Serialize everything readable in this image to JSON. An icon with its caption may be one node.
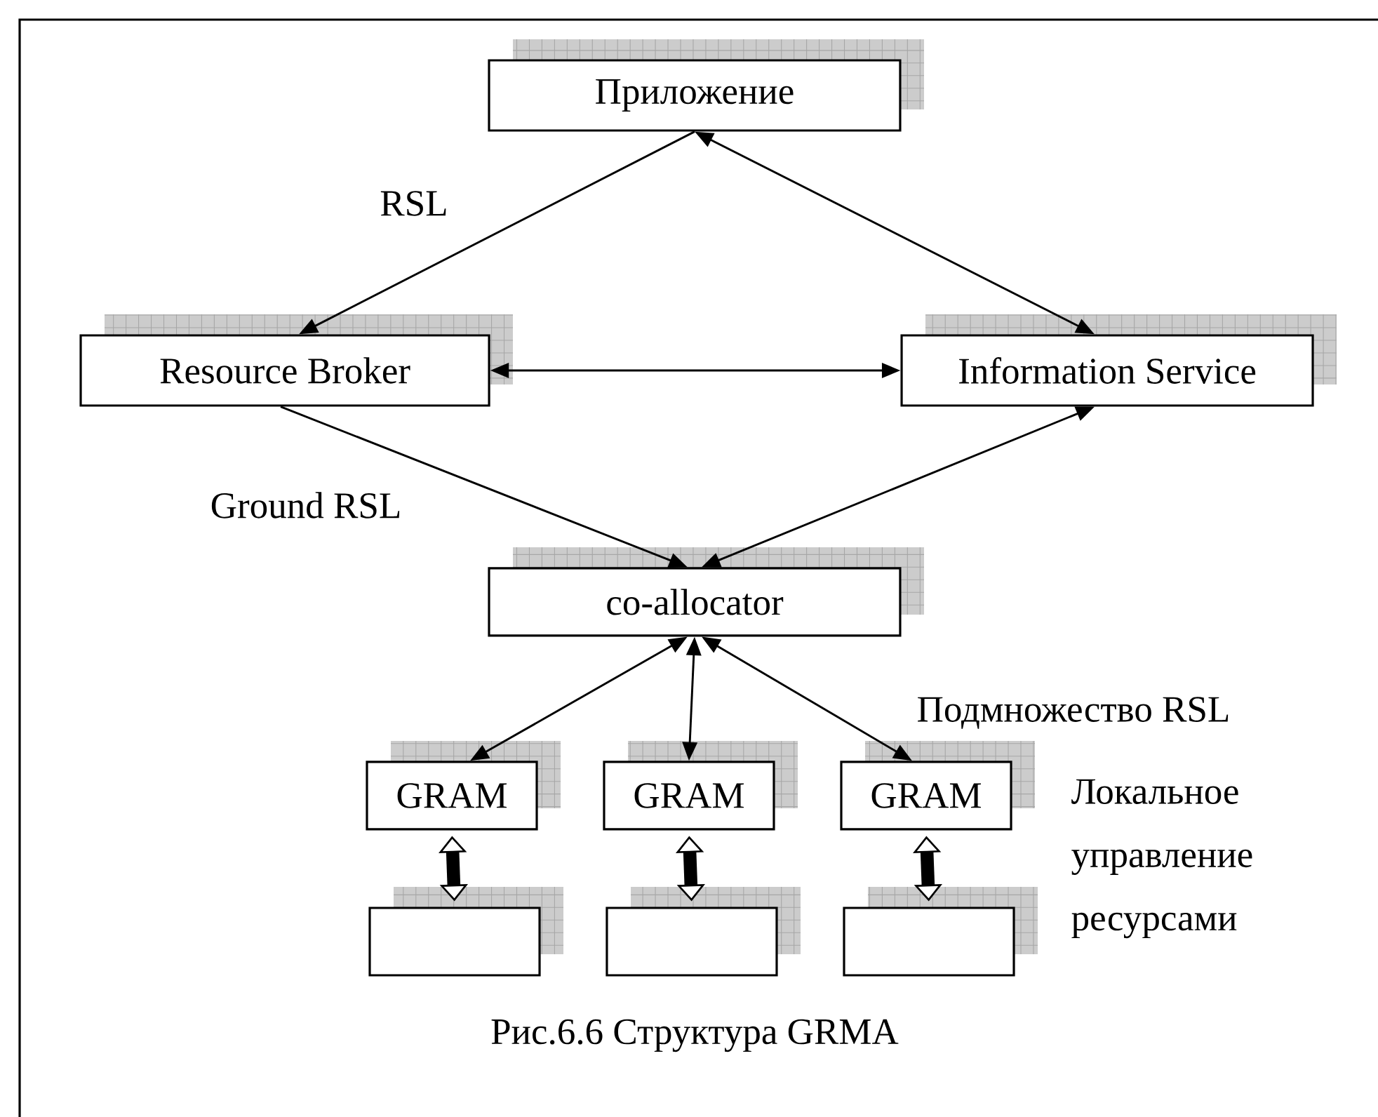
{
  "diagram": {
    "caption": "Рис.6.6 Структура GRMA",
    "nodes": [
      {
        "text": [
          "Приложение"
        ]
      },
      {
        "text": [
          "Resource Broker"
        ]
      },
      {
        "text": [
          "Information Service"
        ]
      },
      {
        "text": [
          "co-allocator"
        ]
      },
      {
        "text": [
          "GRAM"
        ]
      },
      {
        "text": [
          "GRAM"
        ]
      },
      {
        "text": [
          "GRAM"
        ]
      },
      {
        "text": [],
        "shape": "box"
      },
      {
        "text": [],
        "shape": "box"
      },
      {
        "text": [],
        "shape": "box"
      }
    ],
    "edges": [
      {
        "from": 0,
        "to": 1,
        "arrow": "to",
        "label": "RSL"
      },
      {
        "from": 0,
        "to": 2,
        "arrow": "both"
      },
      {
        "from": 1,
        "to": 2,
        "arrow": "both"
      },
      {
        "from": 1,
        "to": 3,
        "arrow": "to",
        "label": "Ground RSL"
      },
      {
        "from": 3,
        "to": 2,
        "arrow": "both"
      },
      {
        "from": 3,
        "to": 4,
        "arrow": "both"
      },
      {
        "from": 3,
        "to": 5,
        "arrow": "both"
      },
      {
        "from": 3,
        "to": 6,
        "arrow": "both"
      },
      {
        "from": 4,
        "to": 7,
        "arrow": "both",
        "style": "thick"
      },
      {
        "from": 5,
        "to": 8,
        "arrow": "both",
        "style": "thick"
      },
      {
        "from": 6,
        "to": 9,
        "arrow": "both",
        "style": "thick"
      }
    ],
    "labels": [
      "Подмножество RSL",
      "Локальное управление ресурсами"
    ]
  }
}
